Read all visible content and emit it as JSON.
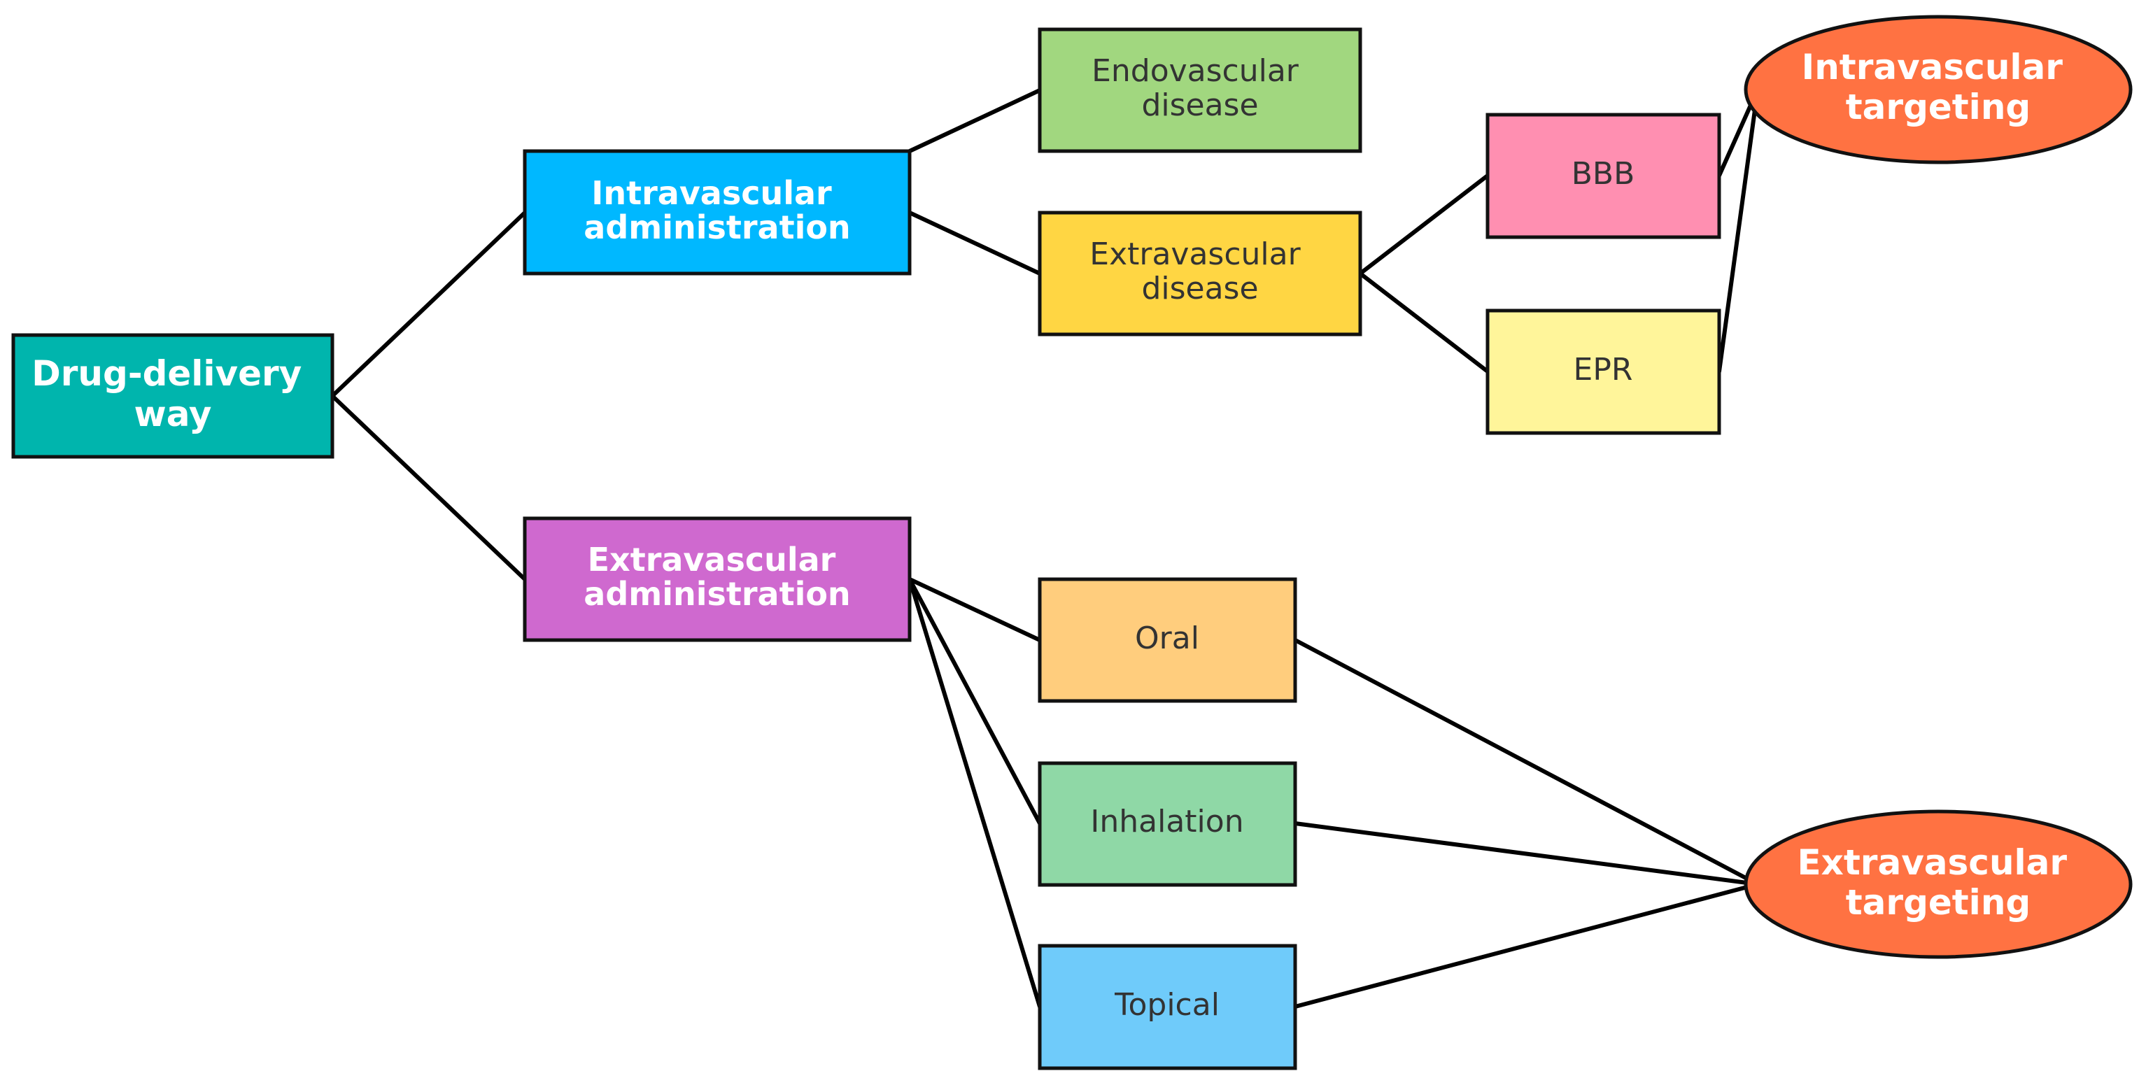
{
  "diagram": {
    "nodes": {
      "root": {
        "lines": [
          "Drug-delivery",
          "way"
        ],
        "color": "#00B5AD"
      },
      "intravascular_admin": {
        "lines": [
          "Intravascular",
          "administration"
        ],
        "color": "#00B8FF"
      },
      "extravascular_admin": {
        "lines": [
          "Extravascular",
          "administration"
        ],
        "color": "#CF69CF"
      },
      "endovascular_disease": {
        "lines": [
          "Endovascular",
          "disease"
        ],
        "color": "#A1D77F"
      },
      "extravascular_disease": {
        "lines": [
          "Extravascular",
          "disease"
        ],
        "color": "#FFD643"
      },
      "bbb": {
        "lines": [
          "BBB"
        ],
        "color": "#FF8FB1"
      },
      "epr": {
        "lines": [
          "EPR"
        ],
        "color": "#FFF59A"
      },
      "oral": {
        "lines": [
          "Oral"
        ],
        "color": "#FFCD7D"
      },
      "inhalation": {
        "lines": [
          "Inhalation"
        ],
        "color": "#8FD8A6"
      },
      "topical": {
        "lines": [
          "Topical"
        ],
        "color": "#6FCBFA"
      },
      "intravascular_targeting": {
        "lines": [
          "Intravascular",
          "targeting"
        ],
        "color": "#FF7242"
      },
      "extravascular_targeting": {
        "lines": [
          "Extravascular",
          "targeting"
        ],
        "color": "#FF7242"
      }
    }
  }
}
